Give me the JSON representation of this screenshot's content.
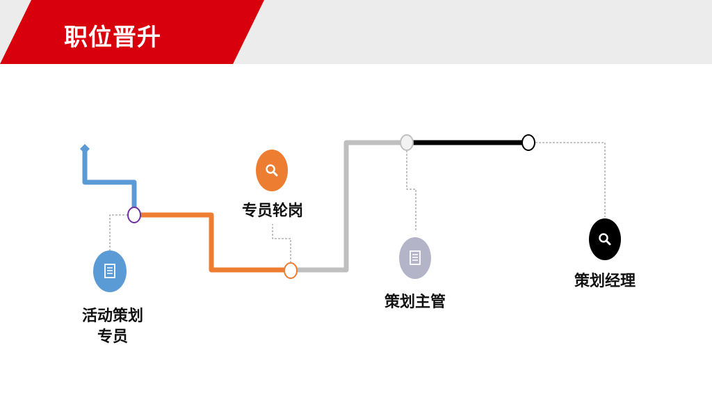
{
  "header": {
    "title": "职位晋升"
  },
  "colors": {
    "accent": "#d9000d",
    "blue": "#5b9bd5",
    "orange": "#ed7d31",
    "gray": "#bfbfbf",
    "black": "#000000",
    "purple": "#7030a0",
    "gray_icon": "#b4b4c8"
  },
  "steps": [
    {
      "label_line1": "活动策划",
      "label_line2": "专员",
      "icon": "document-icon"
    },
    {
      "label": "专员轮岗",
      "icon": "search-icon"
    },
    {
      "label": "策划主管",
      "icon": "document-icon"
    },
    {
      "label": "策划经理",
      "icon": "search-icon"
    }
  ]
}
